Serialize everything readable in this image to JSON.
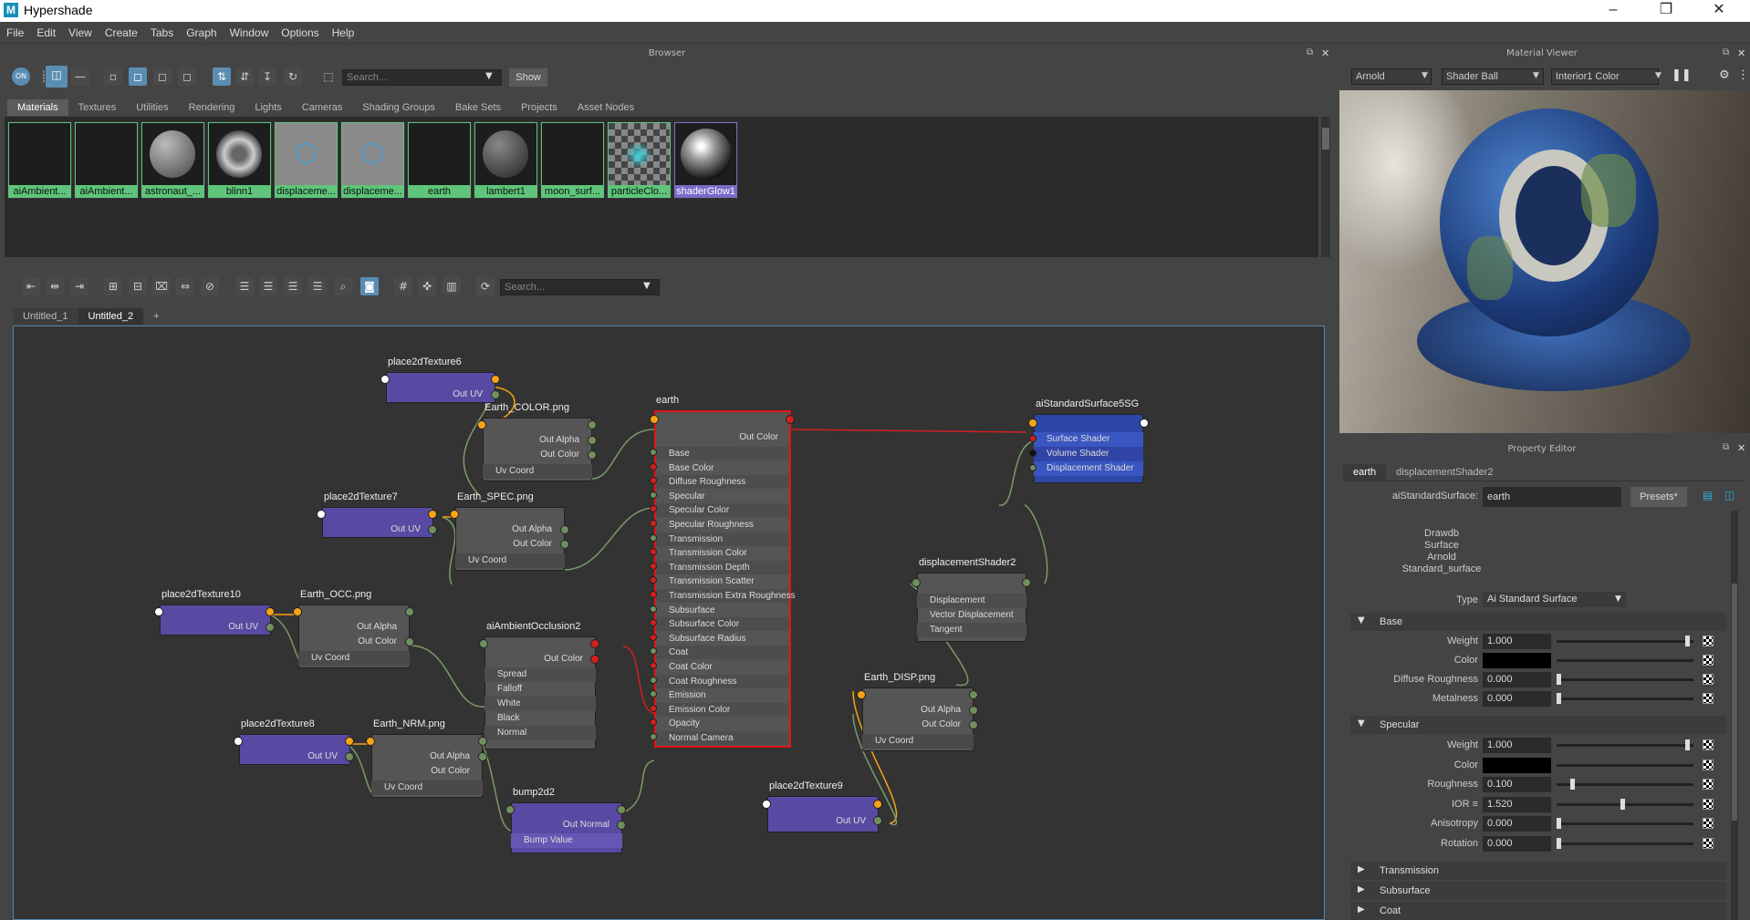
{
  "window": {
    "title": "Hypershade"
  },
  "menu": [
    "File",
    "Edit",
    "View",
    "Create",
    "Tabs",
    "Graph",
    "Window",
    "Options",
    "Help"
  ],
  "browser": {
    "title": "Browser",
    "search_placeholder": "Search...",
    "show_label": "Show",
    "tabs": [
      "Materials",
      "Textures",
      "Utilities",
      "Rendering",
      "Lights",
      "Cameras",
      "Shading Groups",
      "Bake Sets",
      "Projects",
      "Asset Nodes"
    ],
    "swatches": [
      "aiAmbient...",
      "aiAmbient...",
      "astronaut_...",
      "blinn1",
      "displaceme...",
      "displaceme...",
      "earth",
      "lambert1",
      "moon_surf...",
      "particleClo...",
      "shaderGlow1"
    ]
  },
  "graph": {
    "search_placeholder": "Search...",
    "tabs": [
      "Untitled_1",
      "Untitled_2",
      "+"
    ],
    "nodes": {
      "p6": {
        "title": "place2dTexture6",
        "out": "Out UV"
      },
      "p7": {
        "title": "place2dTexture7",
        "out": "Out UV"
      },
      "p10": {
        "title": "place2dTexture10",
        "out": "Out UV"
      },
      "p8": {
        "title": "place2dTexture8",
        "out": "Out UV"
      },
      "p9": {
        "title": "place2dTexture9",
        "out": "Out UV"
      },
      "color": {
        "title": "Earth_COLOR.png",
        "a": "Out Alpha",
        "c": "Out Color",
        "uv": "Uv Coord"
      },
      "spec": {
        "title": "Earth_SPEC.png",
        "a": "Out Alpha",
        "c": "Out Color",
        "uv": "Uv Coord"
      },
      "occ": {
        "title": "Earth_OCC.png",
        "a": "Out Alpha",
        "c": "Out Color",
        "uv": "Uv Coord"
      },
      "nrm": {
        "title": "Earth_NRM.png",
        "a": "Out Alpha",
        "c": "Out Color",
        "uv": "Uv Coord"
      },
      "disp": {
        "title": "Earth_DISP.png",
        "a": "Out Alpha",
        "c": "Out Color",
        "uv": "Uv Coord"
      },
      "ao": {
        "title": "aiAmbientOcclusion2",
        "out": "Out Color",
        "attrs": [
          "Spread",
          "Falloff",
          "White",
          "Black",
          "Normal"
        ]
      },
      "bump": {
        "title": "bump2d2",
        "out": "Out Normal",
        "attrs": [
          "Bump Value"
        ]
      },
      "dshader": {
        "title": "displacementShader2",
        "attrs": [
          "Displacement",
          "Vector Displacement",
          "Tangent"
        ]
      },
      "sg": {
        "title": "aiStandardSurface5SG",
        "attrs": [
          "Surface Shader",
          "Volume Shader",
          "Displacement Shader"
        ]
      },
      "earth": {
        "title": "earth",
        "out": "Out Color",
        "attrs": [
          "Base",
          "Base Color",
          "Diffuse Roughness",
          "Specular",
          "Specular Color",
          "Specular Roughness",
          "Transmission",
          "Transmission Color",
          "Transmission Depth",
          "Transmission Scatter",
          "Transmission Extra Roughness",
          "Subsurface",
          "Subsurface Color",
          "Subsurface Radius",
          "Coat",
          "Coat Color",
          "Coat Roughness",
          "Emission",
          "Emission Color",
          "Opacity",
          "Normal Camera"
        ]
      }
    }
  },
  "viewer": {
    "title": "Material Viewer",
    "renderer": "Arnold",
    "shape": "Shader Ball",
    "env": "Interior1 Color"
  },
  "props": {
    "title": "Property Editor",
    "tabs": [
      "earth",
      "displacementShader2"
    ],
    "node_label": "aiStandardSurface:",
    "node_value": "earth",
    "presets": "Presets*",
    "desc": [
      "Drawdb",
      "Surface",
      "Arnold",
      "Standard_surface"
    ],
    "type_label": "Type",
    "type_value": "Ai Standard Surface",
    "base_header": "Base",
    "base": [
      {
        "label": "Weight",
        "value": "1.000",
        "pos": 0.97
      },
      {
        "label": "Color",
        "value": "",
        "pos": 0
      },
      {
        "label": "Diffuse Roughness",
        "value": "0.000",
        "pos": 0
      },
      {
        "label": "Metalness",
        "value": "0.000",
        "pos": 0
      }
    ],
    "spec_header": "Specular",
    "spec": [
      {
        "label": "Weight",
        "value": "1.000",
        "pos": 0.97
      },
      {
        "label": "Color",
        "value": "",
        "pos": 0
      },
      {
        "label": "Roughness",
        "value": "0.100",
        "pos": 0.1
      },
      {
        "label": "IOR ≡",
        "value": "1.520",
        "pos": 0.48
      },
      {
        "label": "Anisotropy",
        "value": "0.000",
        "pos": 0
      },
      {
        "label": "Rotation",
        "value": "0.000",
        "pos": 0
      }
    ],
    "collapsed": [
      "Transmission",
      "Subsurface",
      "Coat"
    ]
  },
  "colors": {
    "accent": "#5b8db3",
    "node_purple": "#584aa3",
    "port_orange": "#f6a316",
    "select_red": "#e01515"
  }
}
